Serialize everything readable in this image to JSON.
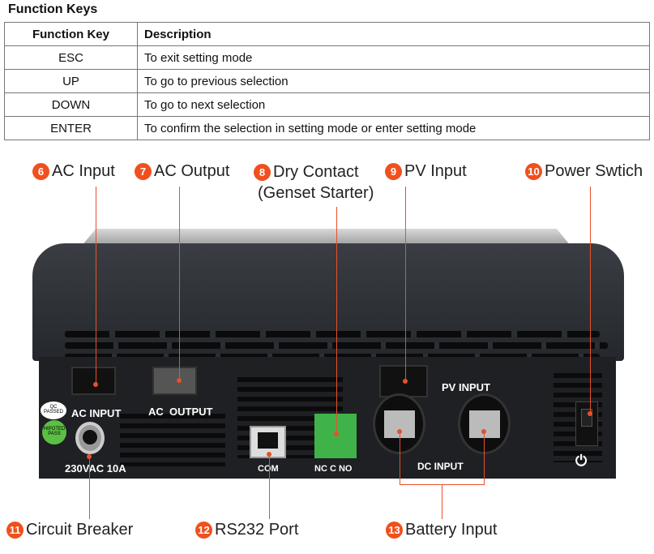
{
  "title": "Function Keys",
  "table": {
    "headers": [
      "Function Key",
      "Description"
    ],
    "rows": [
      [
        "ESC",
        "To exit setting mode"
      ],
      [
        "UP",
        "To go to previous selection"
      ],
      [
        "DOWN",
        "To go to next selection"
      ],
      [
        "ENTER",
        "To confirm the selection in setting mode or enter setting mode"
      ]
    ]
  },
  "callouts": [
    {
      "num": "6",
      "label": "AC Input"
    },
    {
      "num": "7",
      "label": "AC Output"
    },
    {
      "num": "8",
      "label": "Dry Contact",
      "label2": "(Genset Starter)"
    },
    {
      "num": "9",
      "label": "PV Input"
    },
    {
      "num": "10",
      "label": "Power Swtich"
    },
    {
      "num": "11",
      "label": "Circuit Breaker"
    },
    {
      "num": "12",
      "label": "RS232 Port"
    },
    {
      "num": "13",
      "label": "Battery Input"
    }
  ],
  "device": {
    "ac_input": "AC INPUT",
    "ac_output": "AC  OUTPUT",
    "pv_input": "PV INPUT",
    "dc_input": "DC INPUT",
    "rating": "230VAC 10A",
    "com": "COM",
    "dry": "NC C NO",
    "qc": "QC PASSED",
    "hipot": "HIPOTED PASS"
  },
  "accent": "#f0501e"
}
